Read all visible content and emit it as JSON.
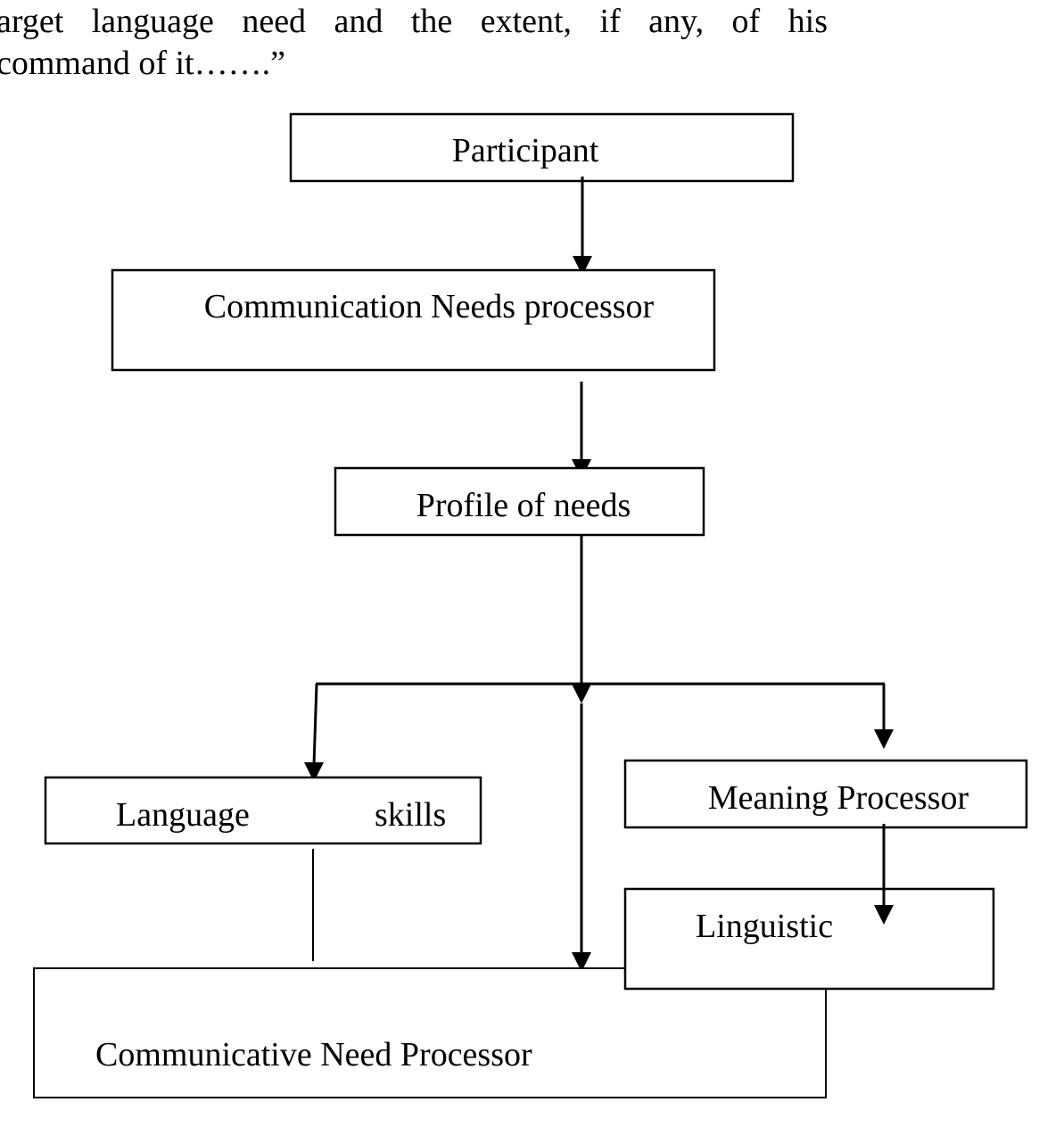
{
  "paragraph": {
    "line1": "arget language need and the extent, if any, of his",
    "line2": "command of it…….”"
  },
  "diagram": {
    "participant": "Participant",
    "communication_needs_processor": "Communication Needs processor",
    "profile_of_needs": "Profile of needs",
    "language_skills_left": "Language",
    "language_skills_right": "skills",
    "meaning_processor": "Meaning Processor",
    "linguistic": "Linguistic",
    "communicative_need_processor": "Communicative Need Processor"
  }
}
